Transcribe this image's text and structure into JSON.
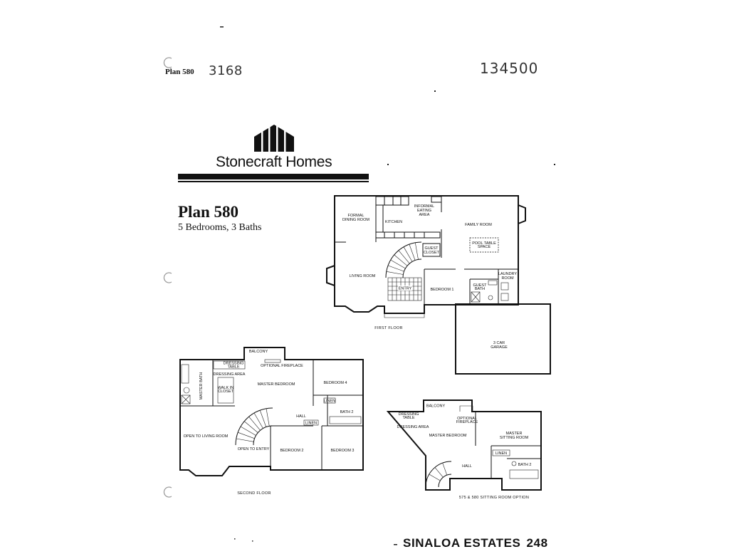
{
  "header": {
    "plan_label": "Plan 580",
    "handwritten_note_left": "3168",
    "handwritten_note_right": "134500"
  },
  "brand": {
    "name": "Stonecraft Homes",
    "logo_icon": "striped-house-logo-icon"
  },
  "plan": {
    "title": "Plan 580",
    "subtitle": "5 Bedrooms, 3 Baths"
  },
  "first_floor": {
    "caption": "FIRST FLOOR",
    "formal_dining_room": [
      "FORMAL",
      "DINING ROOM"
    ],
    "kitchen": [
      "KITCHEN"
    ],
    "informal_eating_area": [
      "INFORMAL",
      "EATING",
      "AREA"
    ],
    "family_room": [
      "FAMILY ROOM"
    ],
    "pool_table_space": [
      "POOL TABLE",
      "SPACE"
    ],
    "guest_closet": [
      "GUEST",
      "CLOSET"
    ],
    "living_room": [
      "LIVING ROOM"
    ],
    "entry": [
      "ENTRY"
    ],
    "bedroom_1": [
      "BEDROOM 1"
    ],
    "guest_bath": [
      "GUEST",
      "BATH"
    ],
    "laundry_room": [
      "LAUNDRY",
      "ROOM"
    ],
    "garage": [
      "3 CAR",
      "GARAGE"
    ]
  },
  "second_floor": {
    "caption": "SECOND FLOOR",
    "balcony": [
      "BALCONY"
    ],
    "dressing_table": [
      "DRESSING",
      "TABLE"
    ],
    "optional_fireplace": [
      "OPTIONAL FIREPLACE"
    ],
    "dressing_area": [
      "DRESSING AREA"
    ],
    "master_bath": [
      "MASTER BATH"
    ],
    "walk_in_closet": [
      "WALK IN",
      "CLOSET"
    ],
    "master_bedroom": [
      "MASTER BEDROOM"
    ],
    "bedroom_4": [
      "BEDROOM 4"
    ],
    "linen_upper": [
      "LINEN"
    ],
    "bath_2": [
      "BATH 2"
    ],
    "hall": [
      "HALL"
    ],
    "linen_hall": [
      "LINEN"
    ],
    "bedroom_2": [
      "BEDROOM 2"
    ],
    "bedroom_3": [
      "BEDROOM 3"
    ],
    "open_to_living_room": [
      "OPEN TO LIVING ROOM"
    ],
    "open_to_entry": [
      "OPEN TO ENTRY"
    ]
  },
  "sitting_room_option": {
    "caption": "575 & 580 SITTING ROOM OPTION",
    "balcony": [
      "BALCONY"
    ],
    "dressing_table": [
      "DRESSING",
      "TABLE"
    ],
    "optional_fireplace": [
      "OPTIONAL",
      "FIREPLACE"
    ],
    "dressing_area": [
      "DRESSING AREA"
    ],
    "master_bedroom": [
      "MASTER BEDROOM"
    ],
    "master_sitting_room": [
      "MASTER",
      "SITTING ROOM"
    ],
    "linen": [
      "LINEN"
    ],
    "hall": [
      "HALL"
    ],
    "bath_2": [
      "BATH 2"
    ]
  },
  "footer": {
    "estate": "SINALOA ESTATES",
    "page": "248"
  }
}
